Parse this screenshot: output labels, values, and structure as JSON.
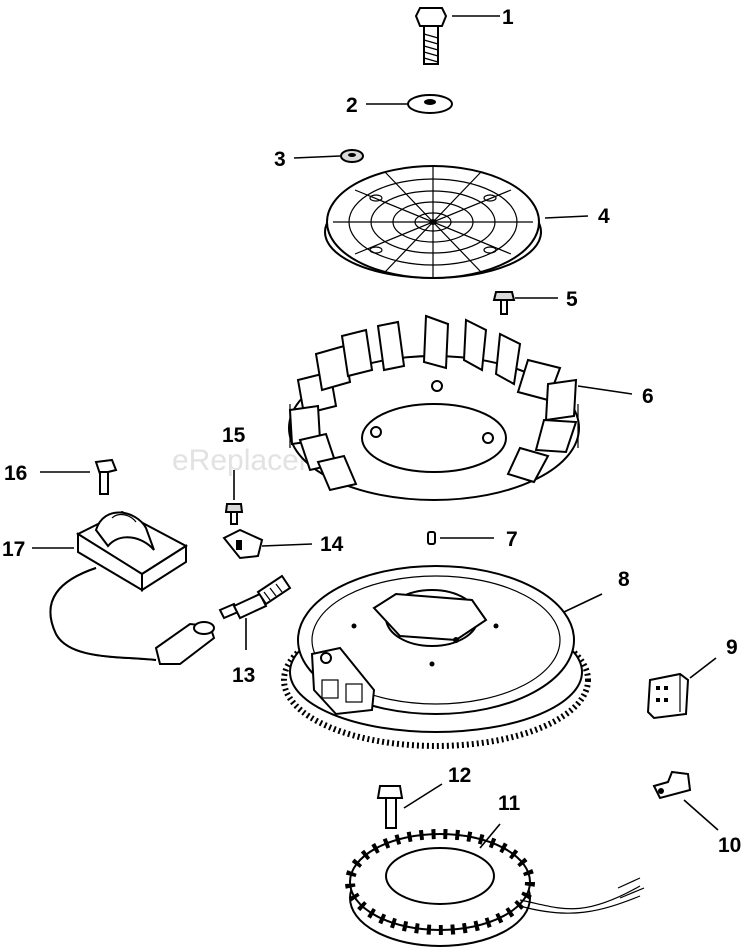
{
  "watermark": "eReplacementParts.com",
  "callouts": [
    {
      "id": "1",
      "label": "1"
    },
    {
      "id": "2",
      "label": "2"
    },
    {
      "id": "3",
      "label": "3"
    },
    {
      "id": "4",
      "label": "4"
    },
    {
      "id": "5",
      "label": "5"
    },
    {
      "id": "6",
      "label": "6"
    },
    {
      "id": "7",
      "label": "7"
    },
    {
      "id": "8",
      "label": "8"
    },
    {
      "id": "9",
      "label": "9"
    },
    {
      "id": "10",
      "label": "10"
    },
    {
      "id": "11",
      "label": "11"
    },
    {
      "id": "12",
      "label": "12"
    },
    {
      "id": "13",
      "label": "13"
    },
    {
      "id": "14",
      "label": "14"
    },
    {
      "id": "15",
      "label": "15"
    },
    {
      "id": "16",
      "label": "16"
    },
    {
      "id": "17",
      "label": "17"
    }
  ],
  "parts": {
    "p1": "bolt-icon",
    "p2": "washer-icon",
    "p3": "nut-icon",
    "p4": "screen-icon",
    "p5": "screw-icon",
    "p6": "fan-icon",
    "p7": "key-icon",
    "p8": "flywheel-icon",
    "p9": "connector-icon",
    "p10": "clip-icon",
    "p11": "stator-icon",
    "p12": "bolt-icon",
    "p13": "spark-plug-icon",
    "p14": "clip-icon",
    "p15": "screw-icon",
    "p16": "bolt-icon",
    "p17": "ignition-module-icon"
  }
}
